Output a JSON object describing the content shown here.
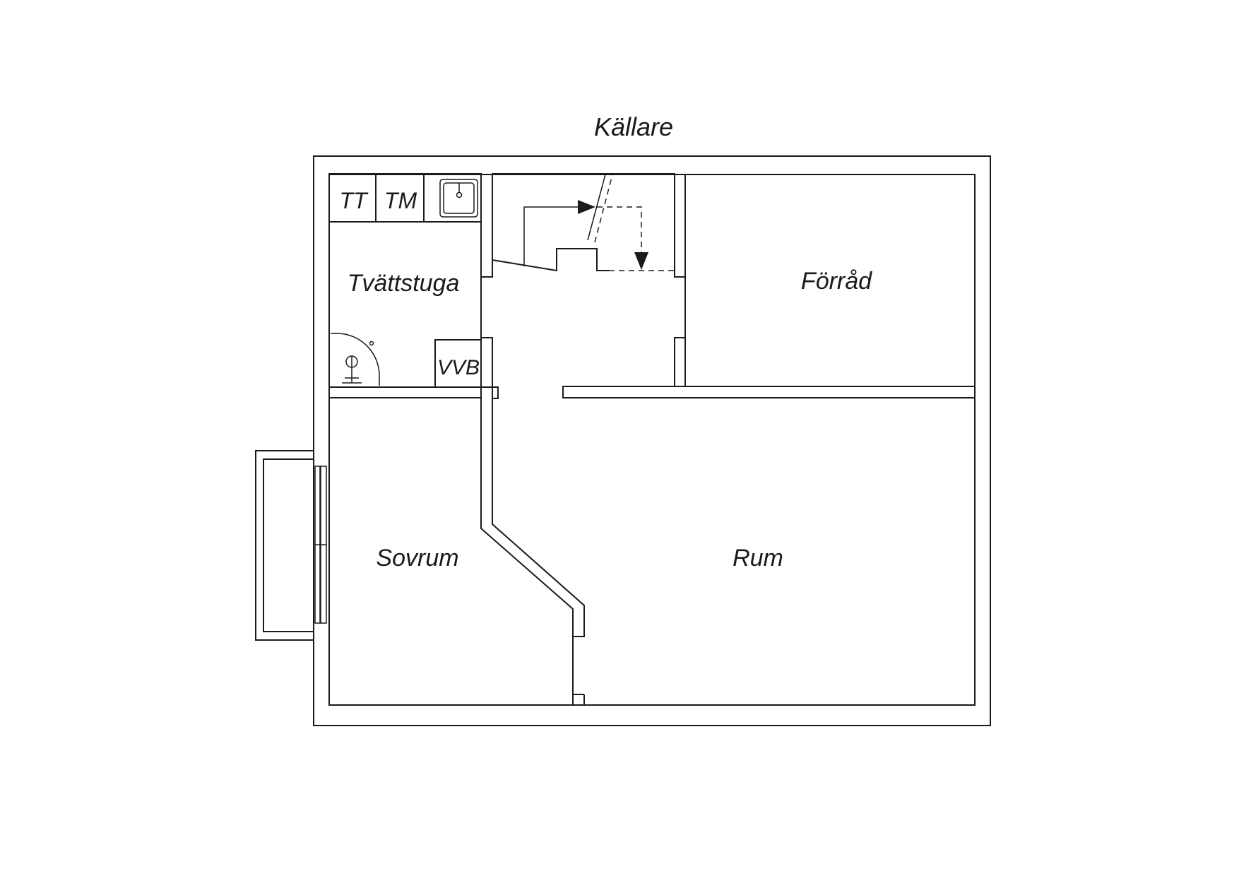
{
  "title": "Källare",
  "rooms": {
    "tvattstuga": "Tvättstuga",
    "forrad": "Förråd",
    "sovrum": "Sovrum",
    "rum": "Rum"
  },
  "fixtures": {
    "tt": "TT",
    "tm": "TM",
    "vvb": "VVB"
  },
  "colors": {
    "line": "#1a1a1a",
    "background": "#ffffff"
  }
}
